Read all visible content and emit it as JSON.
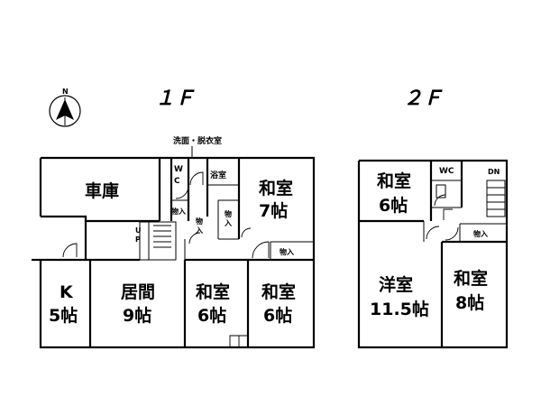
{
  "compass": {
    "label": "N"
  },
  "floors": [
    {
      "label": "１Ｆ"
    },
    {
      "label": "２Ｆ"
    }
  ],
  "first_floor": {
    "garage": "車庫",
    "wash_room": "洗面・脱衣室",
    "wc_1": "W",
    "wc_2": "C",
    "bath": "浴室",
    "washitsu7_name": "和室",
    "washitsu7_size": "7帖",
    "closet_a": "物入",
    "closet_b_1": "物",
    "closet_b_2": "入",
    "closet_c_1": "物",
    "closet_c_2": "入",
    "closet_d": "物入",
    "up_1": "U",
    "up_2": "P",
    "kitchen_name": "K",
    "kitchen_size": "5帖",
    "living_name": "居間",
    "living_size": "9帖",
    "washitsu6a_name": "和室",
    "washitsu6a_size": "6帖",
    "washitsu6b_name": "和室",
    "washitsu6b_size": "6帖"
  },
  "second_floor": {
    "washitsu6_name": "和室",
    "washitsu6_size": "6帖",
    "wc": "WC",
    "dn": "DN",
    "closet": "物入",
    "youshitsu_name": "洋室",
    "youshitsu_size": "11.5帖",
    "washitsu8_name": "和室",
    "washitsu8_size": "8帖"
  }
}
